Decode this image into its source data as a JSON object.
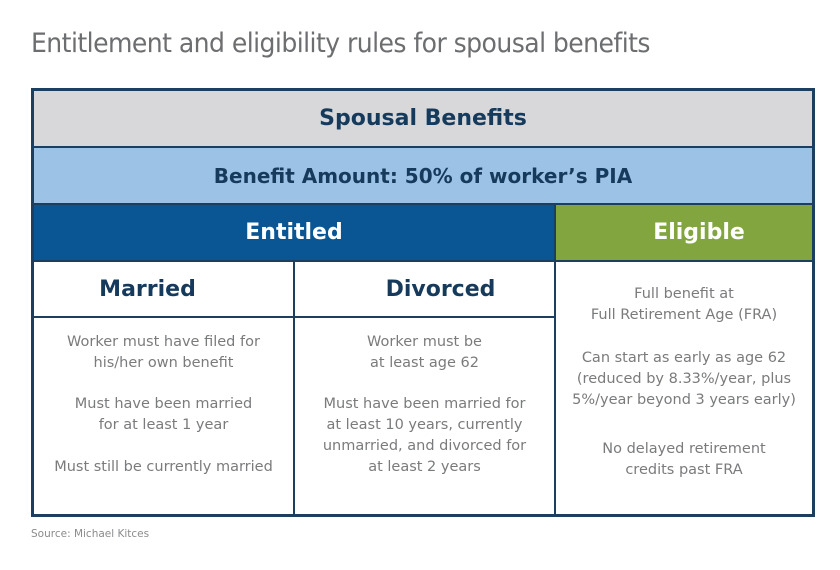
{
  "title": "Entitlement and eligibility rules for spousal benefits",
  "table": {
    "header": "Spousal Benefits",
    "benefit_amount": "Benefit Amount: 50% of worker’s PIA",
    "sections": {
      "entitled": {
        "label": "Entitled",
        "color": "#0a5594",
        "columns": [
          {
            "label": "Married",
            "rules": [
              "Worker must have filed for\nhis/her own benefit",
              "Must have been married\nfor at least 1 year",
              "Must still be currently married"
            ]
          },
          {
            "label": "Divorced",
            "rules": [
              "Worker must be\nat least age 62",
              "Must have been married for\nat least 10 years, currently\nunmarried, and divorced for\nat least 2 years"
            ]
          }
        ]
      },
      "eligible": {
        "label": "Eligible",
        "color": "#82a53f",
        "rules": [
          "Full benefit at\nFull Retirement Age (FRA)",
          "Can start as early as age 62\n(reduced by 8.33%/year, plus\n5%/year beyond 3 years early)",
          "No delayed retirement\ncredits past FRA"
        ]
      }
    },
    "colors": {
      "border": "#1d3f5f",
      "header_bg": "#d8d8da",
      "amount_bg": "#9cc2e5",
      "heading_text": "#163a5c",
      "body_text": "#7a7b7d"
    }
  },
  "source": "Source: Michael Kitces"
}
